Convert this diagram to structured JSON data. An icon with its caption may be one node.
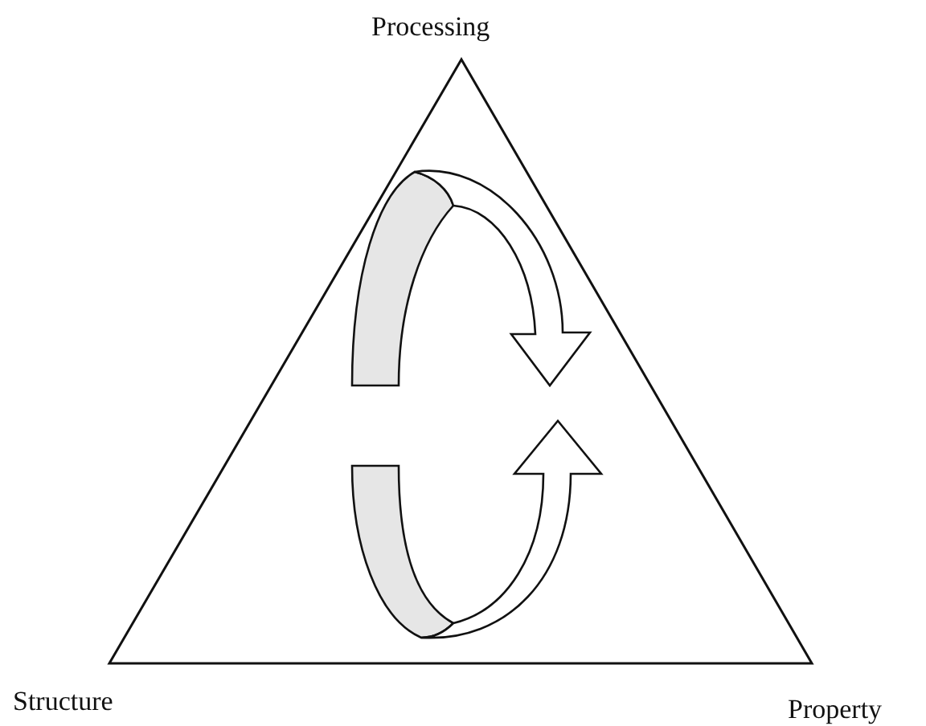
{
  "diagram": {
    "labels": [
      "Processing",
      "Structure",
      "Property"
    ]
  }
}
